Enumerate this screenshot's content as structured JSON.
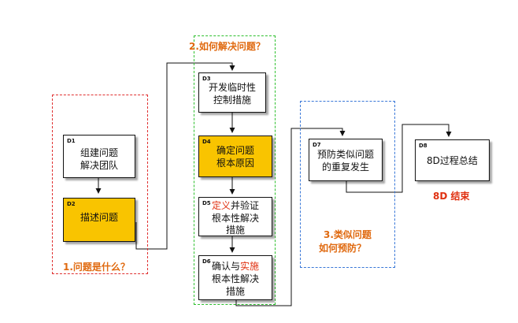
{
  "frames": {
    "f1": {
      "title": "1.问题是什么？",
      "color": "#e03030"
    },
    "f2": {
      "title": "2.如何解决问题？",
      "color": "#2ec02e"
    },
    "f3": {
      "title_line1": "3.类似问题",
      "title_line2": "如何预防？",
      "color": "#3a78d8"
    }
  },
  "title_color": "#e06a10",
  "end_label": "8D 结束",
  "steps": {
    "d1": {
      "tag": "D1",
      "line1": "组建问题",
      "line2": "解决团队"
    },
    "d2": {
      "tag": "D2",
      "line1": "描述问题"
    },
    "d3": {
      "tag": "D3",
      "line1": "开发临时性",
      "line2": "控制措施"
    },
    "d4": {
      "tag": "D4",
      "line1": "确定问题",
      "line2": "根本原因"
    },
    "d5": {
      "tag": "D5",
      "line1_red": "定义",
      "line1_rest": "并验证",
      "line2": "根本性解决",
      "line3": "措施"
    },
    "d6": {
      "tag": "D6",
      "line1_pre": "确认与",
      "line1_red": "实施",
      "line2": "根本性解决",
      "line3": "措施"
    },
    "d7": {
      "tag": "D7",
      "line1": "预防类似问题",
      "line2": "的重复发生"
    },
    "d8": {
      "tag": "D8",
      "line1": "8D过程总结"
    }
  }
}
